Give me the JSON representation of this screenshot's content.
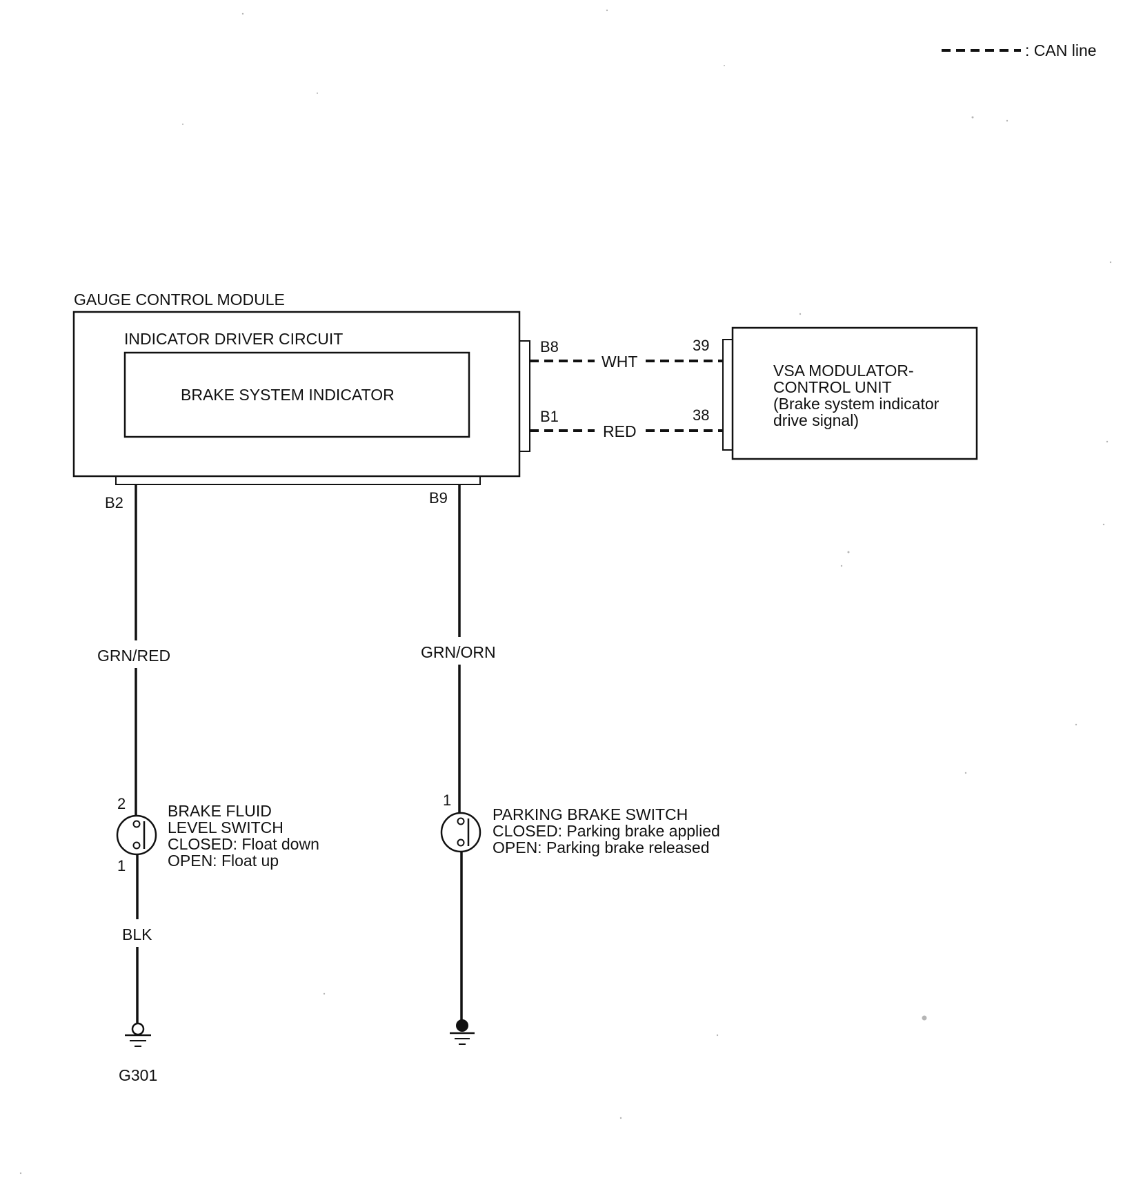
{
  "legend": {
    "can_line": ": CAN line"
  },
  "gauge_module": {
    "title": "GAUGE CONTROL MODULE",
    "circuit": "INDICATOR DRIVER CIRCUIT",
    "indicator": "BRAKE SYSTEM INDICATOR",
    "pins": {
      "b8": "B8",
      "b1": "B1",
      "b2": "B2",
      "b9": "B9"
    }
  },
  "vsa_unit": {
    "line1": "VSA MODULATOR-",
    "line2": "CONTROL UNIT",
    "line3": "(Brake system indicator",
    "line4": "drive signal)",
    "pins": {
      "p39": "39",
      "p38": "38"
    }
  },
  "wires": {
    "wht": "WHT",
    "red": "RED",
    "grn_red": "GRN/RED",
    "grn_orn": "GRN/ORN",
    "blk": "BLK"
  },
  "brake_fluid_switch": {
    "pin_top": "2",
    "pin_bottom": "1",
    "line1": "BRAKE FLUID",
    "line2": "LEVEL SWITCH",
    "line3": "CLOSED: Float down",
    "line4": "OPEN: Float up"
  },
  "parking_brake_switch": {
    "pin_top": "1",
    "line1": "PARKING BRAKE SWITCH",
    "line2": "CLOSED: Parking brake applied",
    "line3": "OPEN: Parking brake released"
  },
  "ground": {
    "g301": "G301"
  }
}
